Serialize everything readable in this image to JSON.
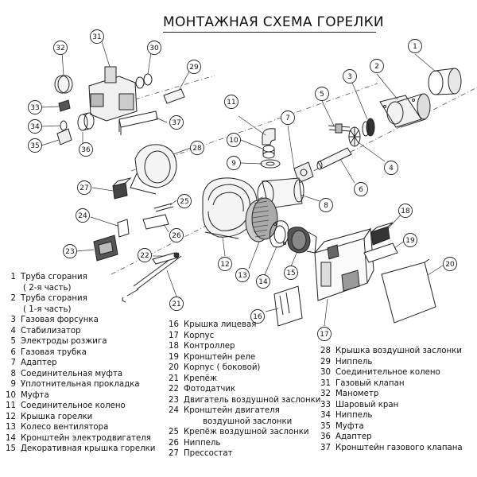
{
  "title": "МОНТАЖНАЯ СХЕМА ГОРЕЛКИ",
  "callouts": [
    "1",
    "2",
    "3",
    "4",
    "5",
    "6",
    "7",
    "8",
    "9",
    "10",
    "11",
    "12",
    "13",
    "14",
    "15",
    "16",
    "17",
    "18",
    "19",
    "20",
    "21",
    "22",
    "23",
    "24",
    "25",
    "26",
    "27",
    "28",
    "29",
    "30",
    "31",
    "32",
    "33",
    "34",
    "35",
    "36",
    "37"
  ],
  "legend": {
    "col1": [
      {
        "num": "1",
        "label": "Труба сгорания",
        "sub": "( 2-я часть)"
      },
      {
        "num": "2",
        "label": "Труба сгорания",
        "sub": "( 1-я часть)"
      },
      {
        "num": "3",
        "label": "Газовая форсунка"
      },
      {
        "num": "4",
        "label": "Стабилизатор"
      },
      {
        "num": "5",
        "label": "Электроды розжига"
      },
      {
        "num": "6",
        "label": "Газовая трубка"
      },
      {
        "num": "7",
        "label": "Адаптер"
      },
      {
        "num": "8",
        "label": "Соединительная муфта"
      },
      {
        "num": "9",
        "label": "Уплотнительная прокладка"
      },
      {
        "num": "10",
        "label": "Муфта"
      },
      {
        "num": "11",
        "label": "Соединительное колено"
      },
      {
        "num": "12",
        "label": "Крышка горелки"
      },
      {
        "num": "13",
        "label": "Колесо вентилятора"
      },
      {
        "num": "14",
        "label": "Кронштейн электродвигателя"
      },
      {
        "num": "15",
        "label": "Декоративная крышка горелки"
      }
    ],
    "col2": [
      {
        "num": "16",
        "label": "Крышка лицевая"
      },
      {
        "num": "17",
        "label": "Корпус"
      },
      {
        "num": "18",
        "label": "Контроллер"
      },
      {
        "num": "19",
        "label": "Кронштейн реле"
      },
      {
        "num": "20",
        "label": "Корпус ( боковой)"
      },
      {
        "num": "21",
        "label": "Крепёж"
      },
      {
        "num": "22",
        "label": "Фотодатчик"
      },
      {
        "num": "23",
        "label": "Двигатель воздушной заслонки"
      },
      {
        "num": "24",
        "label": "Кронштейн двигателя",
        "sub": "воздушной заслонки"
      },
      {
        "num": "25",
        "label": "Крепёж воздушной заслонки"
      },
      {
        "num": "26",
        "label": "Ниппель"
      },
      {
        "num": "27",
        "label": "Прессостат"
      }
    ],
    "col3": [
      {
        "num": "28",
        "label": "Крышка воздушной заслонки"
      },
      {
        "num": "29",
        "label": "Ниппель"
      },
      {
        "num": "30",
        "label": "Соединительное колено"
      },
      {
        "num": "31",
        "label": "Газовый клапан"
      },
      {
        "num": "32",
        "label": "Манометр"
      },
      {
        "num": "33",
        "label": "Шаровый кран"
      },
      {
        "num": "34",
        "label": "Ниппель"
      },
      {
        "num": "35",
        "label": "Муфта"
      },
      {
        "num": "36",
        "label": "Адаптер"
      },
      {
        "num": "37",
        "label": "Кронштейн газового клапана"
      }
    ]
  }
}
